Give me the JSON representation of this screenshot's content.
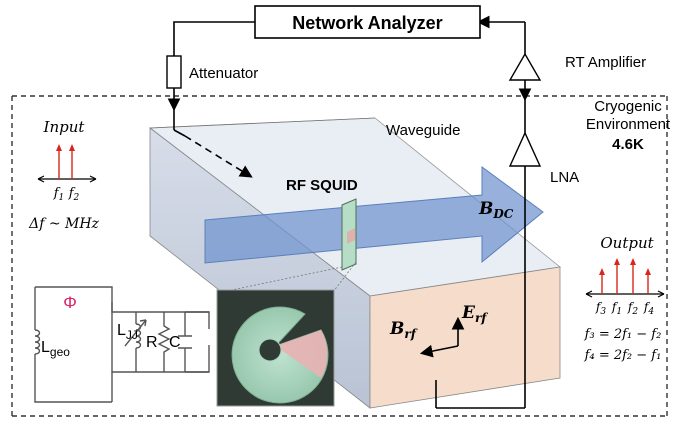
{
  "network_analyzer": {
    "label": "Network Analyzer"
  },
  "attenuator": {
    "label": "Attenuator"
  },
  "rt_amplifier": {
    "label": "RT Amplifier"
  },
  "lna": {
    "label": "LNA"
  },
  "cryogenic": {
    "line1": "Cryogenic",
    "line2": "Environment",
    "temperature": "4.6K"
  },
  "waveguide": {
    "label": "Waveguide"
  },
  "rf_squid": {
    "label": "RF SQUID"
  },
  "fields": {
    "b_dc": {
      "base": "B",
      "sub": "DC"
    },
    "e_rf": {
      "base": "E",
      "sub": "rf"
    },
    "b_rf": {
      "base": "B",
      "sub": "rf"
    }
  },
  "input_panel": {
    "title": "Input",
    "ticks": [
      "f",
      "f"
    ],
    "tick_subs": [
      "1",
      "2"
    ],
    "delta_label": "Δf ~ MHz"
  },
  "output_panel": {
    "title": "Output",
    "ticks": [
      "f",
      "f",
      "f",
      "f"
    ],
    "tick_subs": [
      "3",
      "1",
      "2",
      "4"
    ],
    "eq1": "f₃ = 2f₁ − f₂",
    "eq2": "f₄ = 2f₂ − f₁"
  },
  "circuit": {
    "phi": "Φ",
    "l_geo": {
      "base": "L",
      "sub": "geo"
    },
    "l_jj": {
      "base": "L",
      "sub": "JJ"
    },
    "r": "R",
    "c": "C"
  },
  "colors": {
    "arrow_blue": "#6f93cf",
    "box_side": "#c8d0de",
    "face_peach": "#f6dccb",
    "spike_red": "#d9261c",
    "phi_pink": "#d6246b"
  }
}
